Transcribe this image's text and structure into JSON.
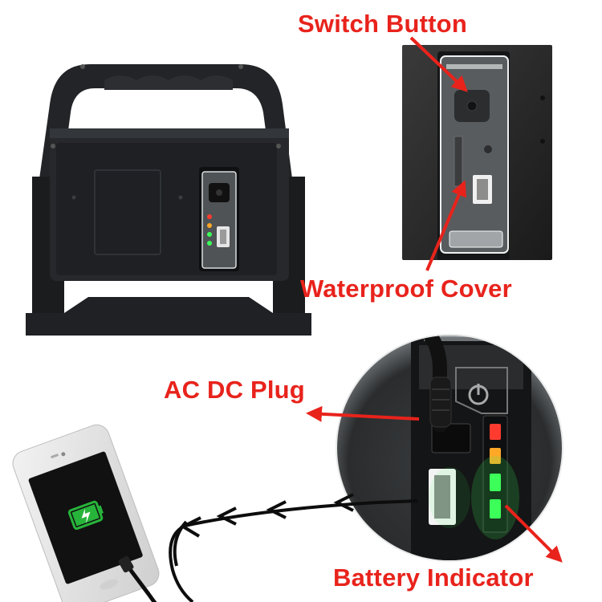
{
  "labels": {
    "switch_button": "Switch Button",
    "waterproof_cover": "Waterproof Cover",
    "ac_dc_plug": "AC DC Plug",
    "battery_indicator": "Battery Indicator"
  },
  "colors": {
    "label_red": "#e8231c",
    "lamp_body": "#1d1f22",
    "led_red": "#ff3b2f",
    "led_orange": "#ffa726",
    "led_green": "#3cff5a",
    "phone_screen": "#111111",
    "battery_green": "#27b43a"
  },
  "icons": [
    "power-icon",
    "battery-charging-icon",
    "usb-port-icon",
    "arrow-icon"
  ],
  "battery_indicator_levels": [
    "red",
    "orange",
    "green",
    "green"
  ]
}
